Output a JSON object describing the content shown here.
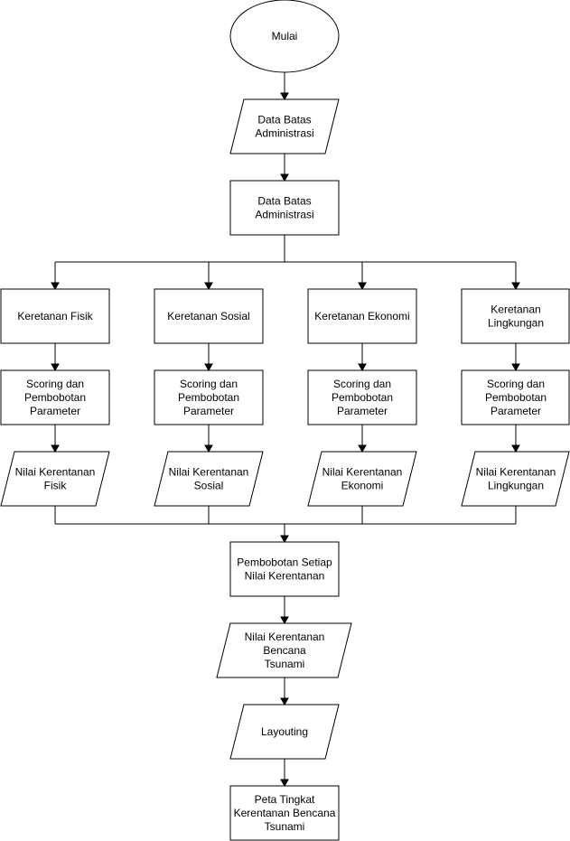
{
  "nodes": {
    "start": "Mulai",
    "input_admin": "Data Batas\nAdministrasi",
    "process_admin": "Data Batas\nAdministrasi",
    "fisik": "Keretanan Fisik",
    "sosial": "Keretanan Sosial",
    "ekonomi": "Keretanan Ekonomi",
    "lingkungan": "Keretanan\nLingkungan",
    "scoring_fisik": "Scoring dan\nPembobotan\nParameter",
    "scoring_sosial": "Scoring dan\nPembobotan\nParameter",
    "scoring_ekonomi": "Scoring dan\nPembobotan\nParameter",
    "scoring_lingkungan": "Scoring dan\nPembobotan\nParameter",
    "nilai_fisik": "Nilai Kerentanan\nFisik",
    "nilai_sosial": "Nilai Kerentanan\nSosial",
    "nilai_ekonomi": "Nilai Kerentanan\nEkonomi",
    "nilai_lingkungan": "Nilai Kerentanan\nLingkungan",
    "pembobotan": "Pembobotan Setiap\nNilai Kerentanan",
    "nilai_tsunami": "Nilai Kerentanan\nBencana\nTsunami",
    "layouting": "Layouting",
    "peta": "Peta Tingkat\nKerentanan Bencana\nTsunami"
  }
}
